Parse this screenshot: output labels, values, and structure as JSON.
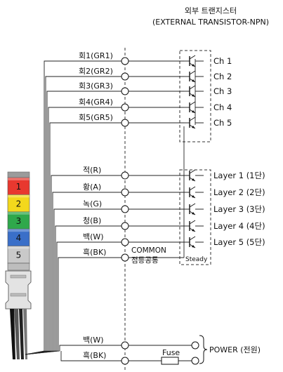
{
  "header": {
    "title_ko": "외부 트랜지스터",
    "title_en": "(EXTERNAL TRANSISTOR-NPN)"
  },
  "tower": {
    "tiers": [
      {
        "num": "1",
        "color": "#e8382f"
      },
      {
        "num": "2",
        "color": "#f3d81c"
      },
      {
        "num": "3",
        "color": "#2fa84b"
      },
      {
        "num": "4",
        "color": "#3a6fc8"
      },
      {
        "num": "5",
        "color": "#c9c9c9"
      }
    ]
  },
  "wires_top": [
    {
      "label": "회1(GR1)",
      "channel": "Ch 1"
    },
    {
      "label": "회2(GR2)",
      "channel": "Ch 2"
    },
    {
      "label": "회3(GR3)",
      "channel": "Ch 3"
    },
    {
      "label": "회4(GR4)",
      "channel": "Ch 4"
    },
    {
      "label": "회5(GR5)",
      "channel": "Ch 5"
    }
  ],
  "wires_mid": [
    {
      "label": "적(R)",
      "layer": "Layer 1 (1단)"
    },
    {
      "label": "황(A)",
      "layer": "Layer 2 (2단)"
    },
    {
      "label": "녹(G)",
      "layer": "Layer 3 (3단)"
    },
    {
      "label": "청(B)",
      "layer": "Layer 4 (4단)"
    },
    {
      "label": "백(W)",
      "layer": "Layer 5 (5단)"
    }
  ],
  "common": {
    "wire_label": "흑(BK)",
    "label_en": "COMMON",
    "label_ko": "점등공통",
    "steady": "Steady"
  },
  "power": {
    "wire1": "백(W)",
    "wire2": "흑(BK)",
    "fuse": "Fuse",
    "label": "POWER (전원)"
  }
}
